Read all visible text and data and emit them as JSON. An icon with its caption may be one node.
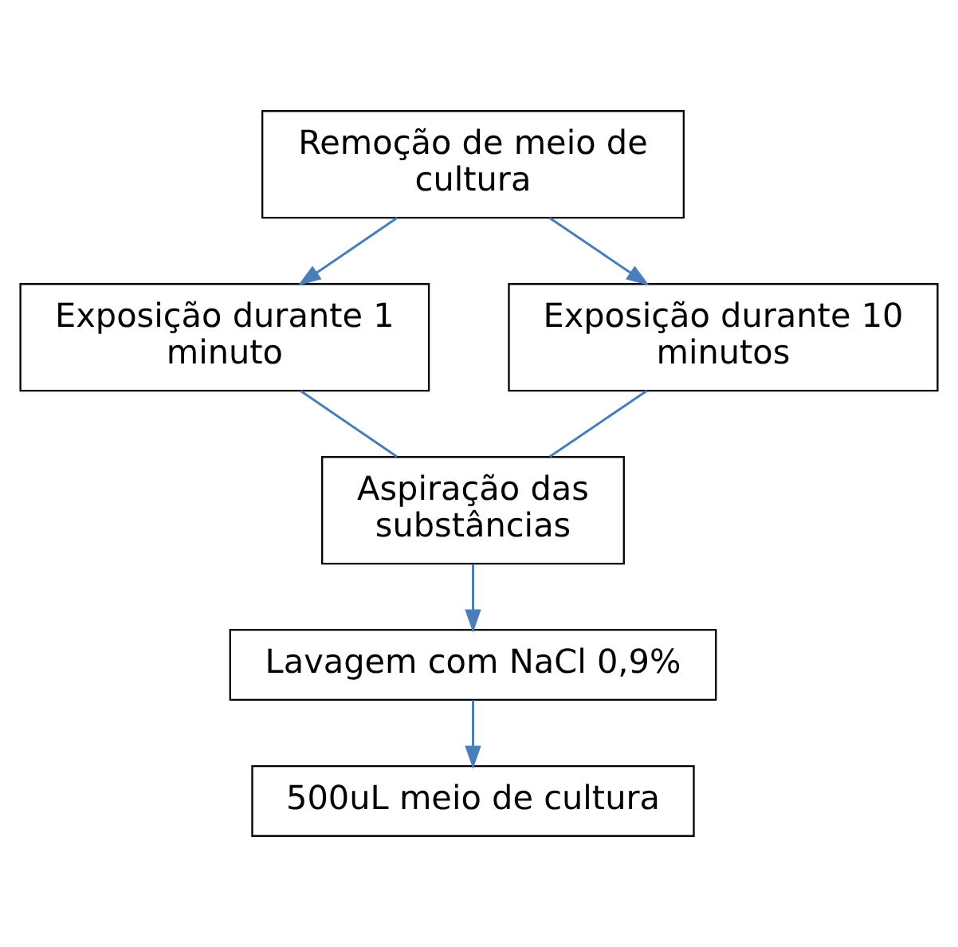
{
  "diagram": {
    "nodes": [
      {
        "text": [
          "Remoção de meio de cultura"
        ]
      },
      {
        "text": [
          "Exposição durante 1 minuto"
        ]
      },
      {
        "text": [
          "Exposição durante 10 minutos"
        ]
      },
      {
        "text": [
          "Aspiração das substâncias"
        ]
      },
      {
        "text": [
          "Lavagem com NaCl 0,9%"
        ]
      },
      {
        "text": [
          "500uL meio de cultura"
        ]
      }
    ],
    "edges": [
      {
        "from": 0,
        "to": 1,
        "arrow": "to"
      },
      {
        "from": 0,
        "to": 2,
        "arrow": "to"
      },
      {
        "from": 1,
        "to": 3,
        "arrow": "none"
      },
      {
        "from": 2,
        "to": 3,
        "arrow": "none"
      },
      {
        "from": 3,
        "to": 4,
        "arrow": "to"
      },
      {
        "from": 4,
        "to": 5,
        "arrow": "to"
      }
    ]
  }
}
